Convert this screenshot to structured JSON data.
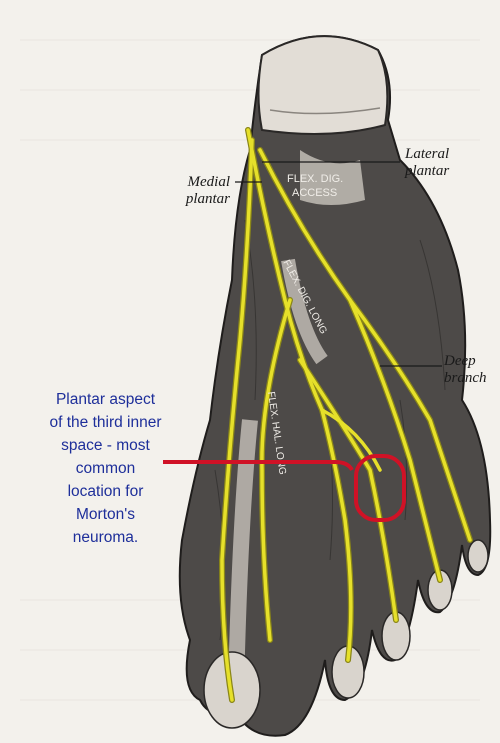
{
  "labels": {
    "lateral_plantar": [
      "Lateral",
      "plantar"
    ],
    "medial_plantar": [
      "Medial",
      "plantar"
    ],
    "deep_branch": [
      "Deep",
      "branch"
    ],
    "flex_dig_access": [
      "FLEX. DIG.",
      "ACCESS"
    ],
    "flex_dig_long": "FLEX. DIG. LONG",
    "flex_hal_long": "FLEX. HAL. LONG"
  },
  "callout": {
    "lines": [
      "Plantar aspect",
      "of the third inner",
      "space - most",
      "common",
      "location for",
      "Morton's",
      "neuroma."
    ]
  },
  "colors": {
    "nerve": "#e6e02a",
    "nerve_outline": "#8a8618",
    "highlight": "#d01226",
    "callout_text": "#1e2f9a",
    "foot_dark": "#4d4a48",
    "foot_light": "#cfcac3",
    "page": "#f3f1ec"
  }
}
